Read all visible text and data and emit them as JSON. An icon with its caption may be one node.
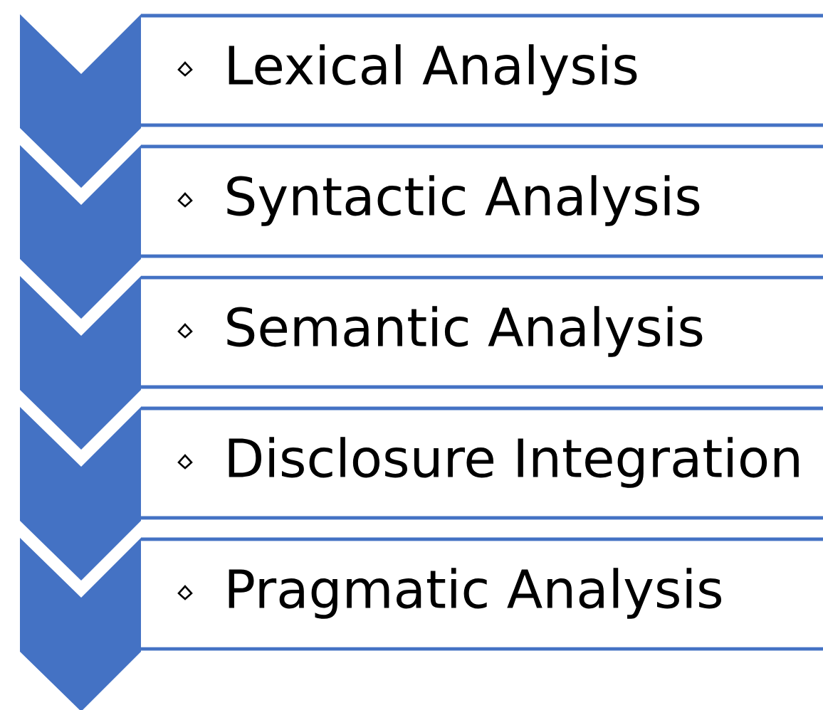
{
  "diagram": {
    "nodes": [
      {
        "text": [
          "Lexical Analysis"
        ]
      },
      {
        "text": [
          "Syntactic Analysis"
        ]
      },
      {
        "text": [
          "Semantic Analysis"
        ]
      },
      {
        "text": [
          "Disclosure Integration"
        ]
      },
      {
        "text": [
          "Pragmatic Analysis"
        ]
      }
    ]
  }
}
